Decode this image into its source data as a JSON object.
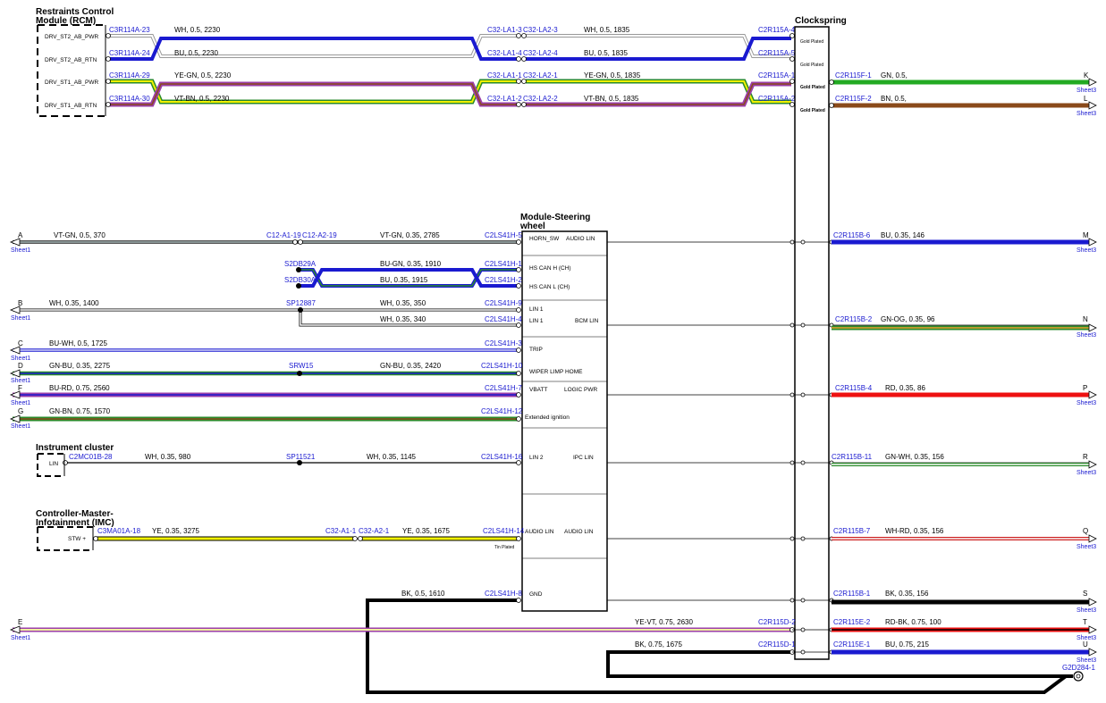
{
  "components": {
    "rcm": {
      "title_line1": "Restraints Control",
      "title_line2": "Module (RCM)",
      "pins": [
        "DRV_ST2_AB_PWR",
        "DRV_ST2_AB_RTN",
        "DRV_ST1_AB_PWR",
        "DRV_ST1_AB_RTN"
      ]
    },
    "clockspring": {
      "title": "Clockspring",
      "pin_labels": [
        "Gold Plated",
        "Gold Plated",
        "Gold Plated",
        "Gold Plated"
      ]
    },
    "steering_module": {
      "title_line1": "Module-Steering",
      "title_line2": "wheel",
      "left_pins": [
        "HORN_SW",
        "HS CAN H (CH)",
        "HS CAN L (CH)",
        "LIN 1",
        "LIN 1",
        "TRIP",
        "WIPER LIMP HOME",
        "VBATT",
        "Extended ignition",
        "LIN 2",
        "AUDIO LIN",
        "GND"
      ],
      "right_pins": [
        "AUDIO LIN",
        "BCM LIN",
        "LOGIC PWR",
        "IPC LIN",
        "AUDIO LIN"
      ]
    },
    "ipc": {
      "title": "Instrument cluster",
      "pin": "LIN"
    },
    "imc": {
      "title_line1": "Controller-Master-",
      "title_line2": "Infotainment (IMC)",
      "pin": "STW +"
    }
  },
  "sheet_left": "Sheet1",
  "sheet_right": "Sheet3",
  "tin_plated": "Tin Plated",
  "rcm_wires": [
    {
      "start": "C3R114A-23",
      "w1": "WH,  0.5,  2230",
      "mid_l": "C32-LA1-3",
      "mid_r": "C32-LA2-3",
      "w2": "WH,  0.5,  1835",
      "end": "C2R115A-4"
    },
    {
      "start": "C3R114A-24",
      "w1": "BU,  0.5,  2230",
      "mid_l": "C32-LA1-4",
      "mid_r": "C32-LA2-4",
      "w2": "BU,  0.5,  1835",
      "end": "C2R115A-5"
    },
    {
      "start": "C3R114A-29",
      "w1": "YE-GN,  0.5,  2230",
      "mid_l": "C32-LA1-1",
      "mid_r": "C32-LA2-1",
      "w2": "YE-GN,  0.5,  1835",
      "end": "C2R115A-1"
    },
    {
      "start": "C3R114A-30",
      "w1": "VT-BN,  0.5,  2230",
      "mid_l": "C32-LA1-2",
      "mid_r": "C32-LA2-2",
      "w2": "VT-BN,  0.5,  1835",
      "end": "C2R115A-2"
    }
  ],
  "clockspring_outputs_top": [
    {
      "conn": "C2R115F-1",
      "wire": "GN,  0.5,",
      "letter": "K",
      "sheet": "Sheet3"
    },
    {
      "conn": "C2R115F-2",
      "wire": "BN,  0.5,",
      "letter": "L",
      "sheet": "Sheet3"
    }
  ],
  "left_wires": [
    {
      "letter": "A",
      "sheet": "Sheet1",
      "w1": "VT-GN,  0.5,  370",
      "c1": "C12-A1-19",
      "c2": "C12-A2-19",
      "w2": "VT-GN,  0.35,  2785",
      "end": "C2LS41H-5"
    },
    {
      "splice1": "S2DB29A",
      "w2": "BU-GN,  0.35,  1910",
      "end": "C2LS41H-1"
    },
    {
      "splice2": "S2DB30A",
      "w2": "BU,  0.35,  1915",
      "end": "C2LS41H-2"
    },
    {
      "letter": "B",
      "sheet": "Sheet1",
      "w1": "WH,  0.35,  1400",
      "splice": "SP12887",
      "w2": "WH,  0.35,  350",
      "end": "C2LS41H-9"
    },
    {
      "w2": "WH,  0.35,  340",
      "end": "C2LS41H-4"
    },
    {
      "letter": "C",
      "sheet": "Sheet1",
      "w1": "BU-WH,  0.5,  1725",
      "end": "C2LS41H-3"
    },
    {
      "letter": "D",
      "sheet": "Sheet1",
      "w1": "GN-BU,  0.35,  2275",
      "splice": "SRW15",
      "w2": "GN-BU,  0.35,  2420",
      "end": "C2LS41H-10"
    },
    {
      "letter": "F",
      "sheet": "Sheet1",
      "w1": "BU-RD,  0.75,  2560",
      "end": "C2LS41H-7"
    },
    {
      "letter": "G",
      "sheet": "Sheet1",
      "w1": "GN-BN,  0.75,  1570",
      "end": "C2LS41H-12"
    },
    {
      "start": "C2MC01B-28",
      "w1": "WH,  0.35,  980",
      "splice": "SP11521",
      "w2": "WH,  0.35,  1145",
      "end": "C2LS41H-16"
    },
    {
      "start": "C3MA01A-18",
      "w1": "YE,  0.35,  3275",
      "c1": "C32-A1-1",
      "c2": "C32-A2-1",
      "w2": "YE,  0.35,  1675",
      "end": "C2LS41H-14"
    },
    {
      "w2": "BK,  0.5,  1610",
      "end": "C2LS41H-8"
    }
  ],
  "right_wires": [
    {
      "conn": "C2R115B-6",
      "wire": "BU,  0.35,  146",
      "letter": "M"
    },
    {
      "conn": "C2R115B-2",
      "wire": "GN-OG,  0.35,  96",
      "letter": "N"
    },
    {
      "conn": "C2R115B-4",
      "wire": "RD,  0.35,  86",
      "letter": "P"
    },
    {
      "conn": "C2R115B-11",
      "wire": "GN-WH,  0.35,  156",
      "letter": "R"
    },
    {
      "conn": "C2R115B-7",
      "wire": "WH-RD,  0.35,  156",
      "letter": "Q"
    },
    {
      "conn": "C2R115B-1",
      "wire": "BK,  0.35,  156",
      "letter": "S"
    },
    {
      "conn": "C2R115E-2",
      "wire": "RD-BK,  0.75,  100",
      "letter": "T"
    },
    {
      "conn": "C2R115E-1",
      "wire": "BU,  0.75,  215",
      "letter": "U"
    }
  ],
  "bottom": {
    "letter_e": "E",
    "wire_e": "YE-VT,  0.75,  2630",
    "conn_e": "C2R115D-2",
    "wire_bk": "BK,  0.75,  1675",
    "conn_bk": "C2R115D-1",
    "ground": "G2D284-1"
  },
  "colors": {
    "blue": "#1a1ad0",
    "connector_text": "#1a1ad0"
  }
}
